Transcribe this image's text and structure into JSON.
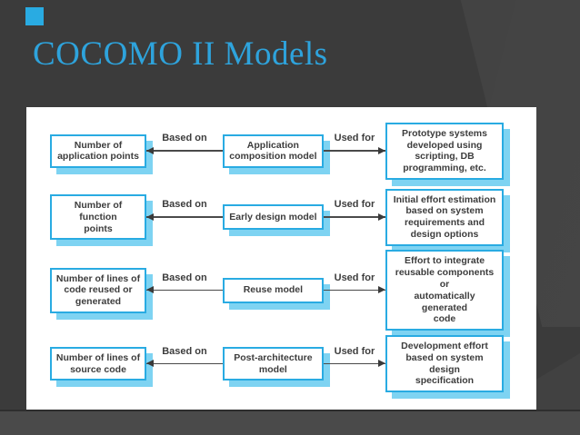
{
  "slide": {
    "title": "COCOMO II Models",
    "title_color": "#2ea3dc",
    "accent_square_color": "#29abe2",
    "background_color": "#3b3b3b"
  },
  "diagram": {
    "box_border_color": "#29abe2",
    "box_shadow_color": "#7ed3f2",
    "rows": [
      {
        "left": "Number of\napplication points",
        "left_arrow_label": "Based on",
        "center": "Application\ncomposition model",
        "right_arrow_label": "Used for",
        "right": "Prototype systems\ndeveloped using\nscripting, DB\nprogramming, etc."
      },
      {
        "left": "Number of function\npoints",
        "left_arrow_label": "Based on",
        "center": "Early design model",
        "right_arrow_label": "Used for",
        "right": "Initial effort estimation\nbased on system\nrequirements and\ndesign options"
      },
      {
        "left": "Number of lines of\ncode reused or\ngenerated",
        "left_arrow_label": "Based on",
        "center": "Reuse model",
        "right_arrow_label": "Used for",
        "right": "Effort to integrate\nreusable components or\nautomatically generated\ncode"
      },
      {
        "left": "Number of lines of\nsource code",
        "left_arrow_label": "Based on",
        "center": "Post-architecture\nmodel",
        "right_arrow_label": "Used for",
        "right": "Development effort\nbased on system design\nspecification"
      }
    ]
  }
}
